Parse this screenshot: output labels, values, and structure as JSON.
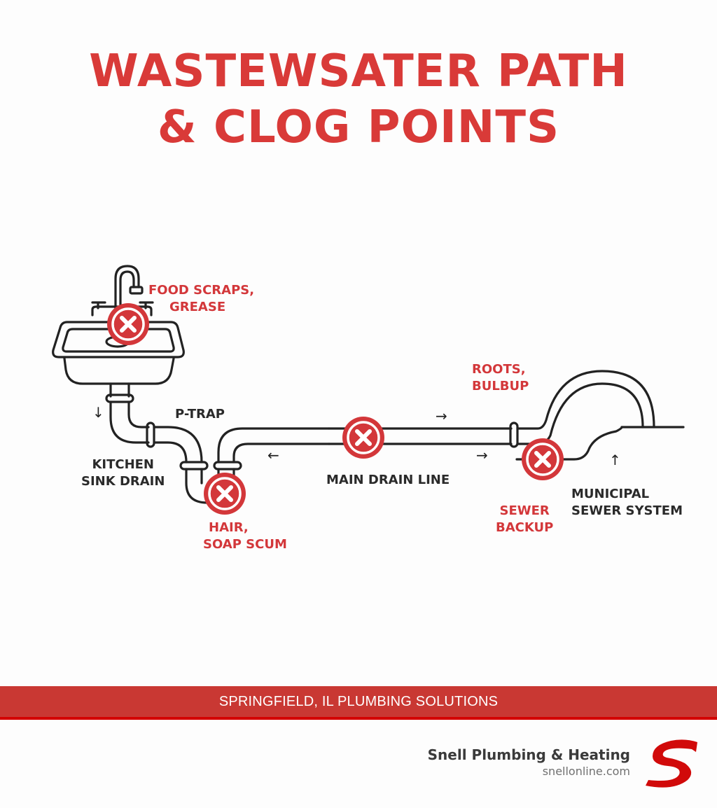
{
  "title": {
    "line1": "WASTEWSATER PATH",
    "line2": "& CLOG POINTS"
  },
  "colors": {
    "accent": "#d93a38",
    "pipe": "#222222",
    "banner": "#c93833",
    "text_dark": "#2a2a2a"
  },
  "diagram": {
    "components": [
      {
        "id": "kitchen-sink",
        "label": "KITCHEN\nSINK DRAIN"
      },
      {
        "id": "p-trap",
        "label": "P-TRAP"
      },
      {
        "id": "main-drain",
        "label": "MAIN DRAIN LINE"
      },
      {
        "id": "municipal-sewer",
        "label": "MUNICIPAL\nSEWER SYSTEM"
      }
    ],
    "clog_points": [
      {
        "id": "sink",
        "label_line1": "FOOD SCRAPS,",
        "label_line2": "GREASE",
        "icon": "x-circle-icon"
      },
      {
        "id": "trap",
        "label_line1": "HAIR,",
        "label_line2": "SOAP SCUM",
        "icon": "x-circle-icon"
      },
      {
        "id": "main",
        "label_line1": "",
        "label_line2": "",
        "icon": "x-circle-icon"
      },
      {
        "id": "sewer-roots",
        "label_line1": "ROOTS,",
        "label_line2": "BULBUP",
        "icon": "x-circle-icon"
      },
      {
        "id": "sewer-backup",
        "label_line1": "SEWER",
        "label_line2": "BACKUP",
        "icon": "x-circle-icon"
      }
    ],
    "labels": {
      "kitchen_line1": "KITCHEN",
      "kitchen_line2": "SINK DRAIN",
      "ptrap": "P-TRAP",
      "main": "MAIN DRAIN LINE",
      "municipal_line1": "MUNICIPAL",
      "municipal_line2": "SEWER SYSTEM"
    },
    "arrows": {
      "down": "↓",
      "left": "←",
      "right": "→",
      "up": "↑"
    }
  },
  "banner": {
    "text": "SPRINGFIELD, IL PLUMBING SOLUTIONS"
  },
  "brand": {
    "name": "Snell Plumbing & Heating",
    "url": "snellonline.com",
    "logo_letter": "S"
  }
}
